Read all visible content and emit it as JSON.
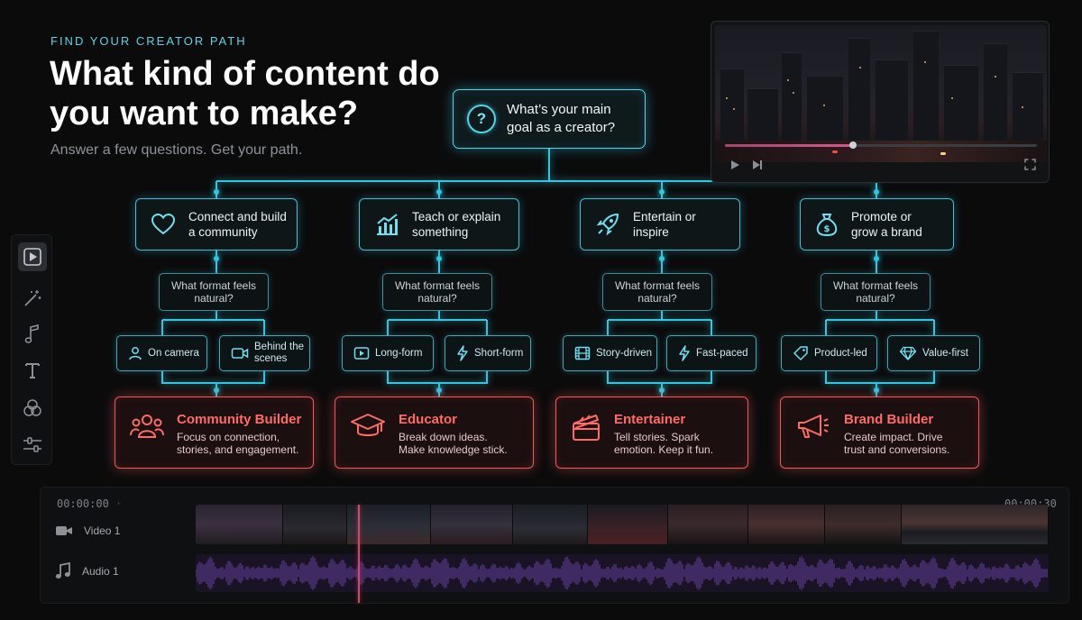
{
  "header": {
    "kicker": "FIND YOUR CREATOR PATH",
    "title": "What kind of content do you want to make?",
    "subtitle": "Answer a few questions. Get your path."
  },
  "flow": {
    "main_question": "What’s your main goal as a creator?",
    "main_icon": "question-icon",
    "accent_cyan": "#2ec8e0",
    "accent_red": "#ee5a5a",
    "branches": [
      {
        "goal": "Connect and build a community",
        "goal_icon": "heart-icon",
        "format_question": "What format feels natural?",
        "options": [
          {
            "label": "On camera",
            "icon": "person-icon"
          },
          {
            "label": "Behind the scenes",
            "icon": "video-camera-icon"
          }
        ],
        "result": {
          "title": "Community Builder",
          "desc": "Focus on connection, stories, and engagement.",
          "icon": "people-icon"
        }
      },
      {
        "goal": "Teach or explain something",
        "goal_icon": "chart-icon",
        "format_question": "What format feels natural?",
        "options": [
          {
            "label": "Long-form",
            "icon": "play-box-icon"
          },
          {
            "label": "Short-form",
            "icon": "bolt-icon"
          }
        ],
        "result": {
          "title": "Educator",
          "desc": "Break down ideas. Make knowledge stick.",
          "icon": "graduation-cap-icon"
        }
      },
      {
        "goal": "Entertain or inspire",
        "goal_icon": "rocket-icon",
        "format_question": "What format feels natural?",
        "options": [
          {
            "label": "Story-driven",
            "icon": "film-icon"
          },
          {
            "label": "Fast-paced",
            "icon": "bolt-icon"
          }
        ],
        "result": {
          "title": "Entertainer",
          "desc": "Tell stories. Spark emotion. Keep it fun.",
          "icon": "clapperboard-icon"
        }
      },
      {
        "goal": "Promote or grow a brand",
        "goal_icon": "money-bag-icon",
        "format_question": "What format feels natural?",
        "options": [
          {
            "label": "Product-led",
            "icon": "tag-icon"
          },
          {
            "label": "Value-first",
            "icon": "diamond-icon"
          }
        ],
        "result": {
          "title": "Brand Builder",
          "desc": "Create impact. Drive trust and conversions.",
          "icon": "megaphone-icon"
        }
      }
    ]
  },
  "video_preview": {
    "progress_percent": 41,
    "controls": [
      "play-icon",
      "next-icon",
      "fullscreen-icon"
    ]
  },
  "toolbar": {
    "tools": [
      "play-icon",
      "magic-wand-icon",
      "music-note-icon",
      "text-icon",
      "color-circles-icon",
      "sliders-icon"
    ],
    "active": "play-icon"
  },
  "timeline": {
    "start_time": "00:00:00",
    "end_time": "00:00:30",
    "tracks": [
      {
        "label": "Video 1",
        "icon": "video-camera-icon"
      },
      {
        "label": "Audio 1",
        "icon": "music-note-icon"
      }
    ],
    "playhead_percent": 19
  }
}
